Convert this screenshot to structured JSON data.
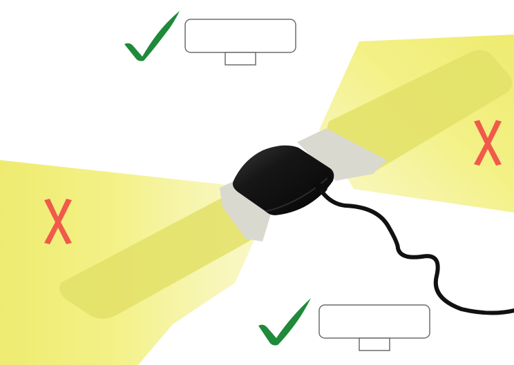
{
  "diagram": {
    "description_markers": {
      "correct_mark": "check-mark-icon",
      "incorrect_mark": "x-mark-icon"
    },
    "colors": {
      "background": "#ffffff",
      "light_beam": "#f2f07a",
      "light_beam_core": "#e4e46a",
      "correct_mark": "#1e8a3a",
      "incorrect_mark": "#f05a4a",
      "device_body": "#141414",
      "sensor_band": "#d9d9d0",
      "cable": "#111111",
      "monitor_outline": "#6b6b6b"
    },
    "panels": [
      {
        "id": "top",
        "status": "correct"
      },
      {
        "id": "bottom",
        "status": "correct"
      },
      {
        "id": "left",
        "status": "incorrect"
      },
      {
        "id": "right",
        "status": "incorrect"
      }
    ]
  }
}
